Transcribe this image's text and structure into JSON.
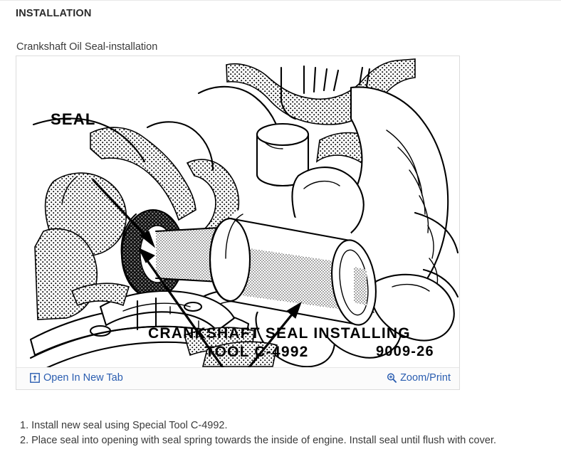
{
  "section": {
    "title": "INSTALLATION"
  },
  "figure": {
    "caption": "Crankshaft Oil Seal-installation",
    "labels": {
      "seal": "SEAL",
      "tool_line1": "CRANKSHAFT SEAL INSTALLING",
      "tool_line2": "TOOL C-4992",
      "figure_number": "9009-26"
    },
    "footer": {
      "open_new_tab_label": "Open In New Tab",
      "open_new_tab_icon": "open-in-new-tab-icon",
      "zoom_print_label": "Zoom/Print",
      "zoom_print_icon": "magnifier-plus-icon"
    }
  },
  "steps": [
    "1. Install new seal using Special Tool C-4992.",
    "2. Place seal into opening with seal spring towards the inside of engine. Install seal until flush with cover."
  ],
  "colors": {
    "link": "#2a5db0",
    "text": "#3a3a3a",
    "heading": "#2b2b2b",
    "box_border": "#dcdcdc",
    "footer_bg": "#fbfbfb"
  }
}
